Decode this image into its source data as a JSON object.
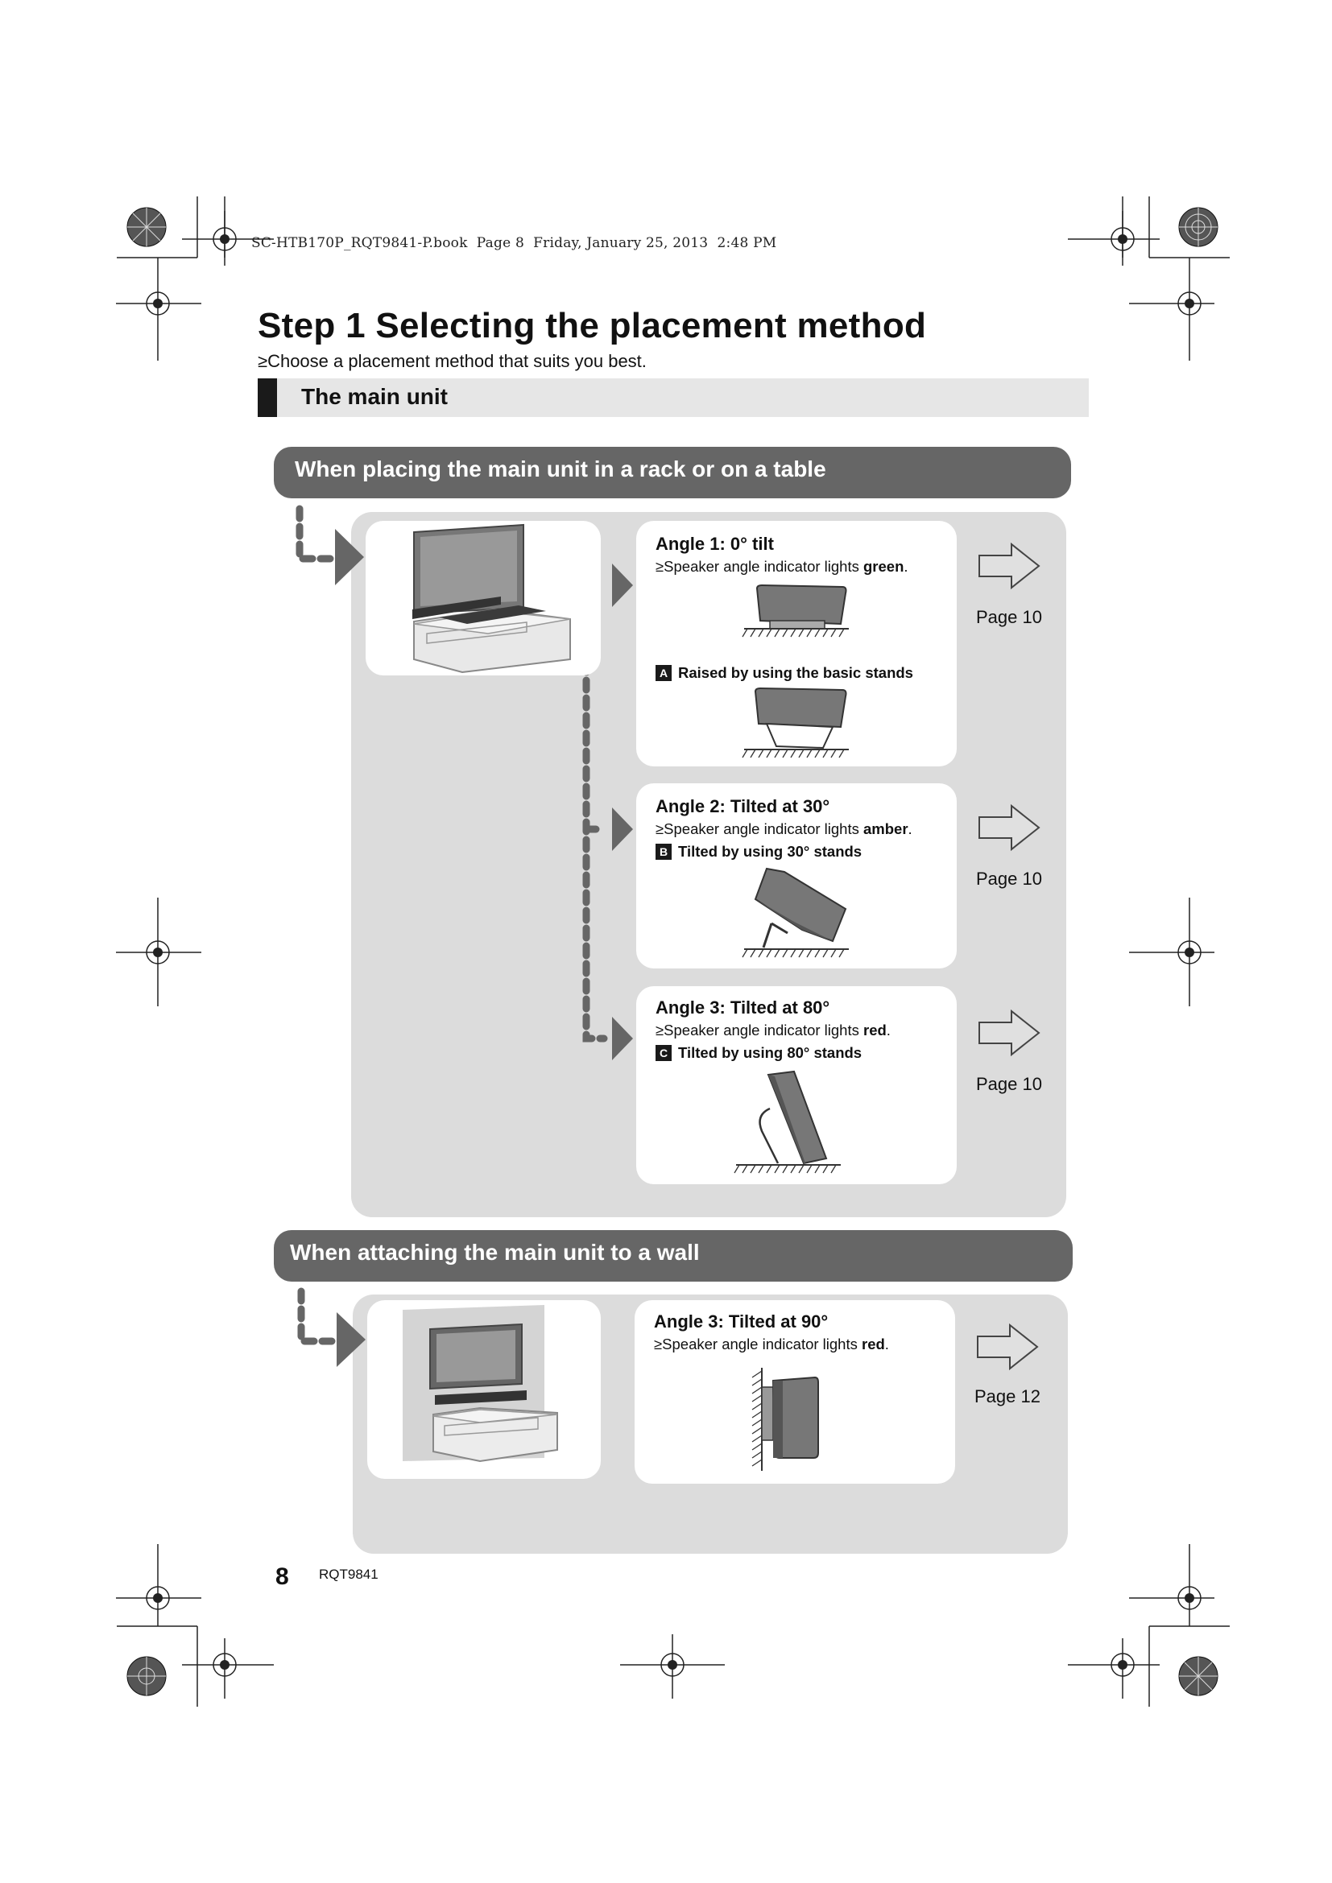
{
  "print_line": "SC-HTB170P_RQT9841-P.book  Page 8  Friday, January 25, 2013  2:48 PM",
  "title": "Step 1  Selecting the placement method",
  "intro": "≥Choose a placement method that suits you best.",
  "section_title": "The main unit",
  "rack": {
    "header": "When placing the main unit in a rack or on a table",
    "options": [
      {
        "title": "Angle 1: 0° tilt",
        "note_pre": "≥Speaker angle indicator lights ",
        "note_color": "green",
        "note_post": ".",
        "sub_letter": "A",
        "sub_text": "Raised by using the basic stands",
        "page": "Page 10"
      },
      {
        "title": "Angle 2: Tilted at 30°",
        "note_pre": "≥Speaker angle indicator lights ",
        "note_color": "amber",
        "note_post": ".",
        "sub_letter": "B",
        "sub_text": "Tilted by using 30° stands",
        "page": "Page 10"
      },
      {
        "title": "Angle 3: Tilted at 80°",
        "note_pre": "≥Speaker angle indicator lights ",
        "note_color": "red",
        "note_post": ".",
        "sub_letter": "C",
        "sub_text": "Tilted by using 80° stands",
        "page": "Page 10"
      }
    ]
  },
  "wall": {
    "header": "When attaching the main unit to a wall",
    "option": {
      "title": "Angle 3: Tilted at 90°",
      "note_pre": "≥Speaker angle indicator lights ",
      "note_color": "red",
      "note_post": ".",
      "page": "Page 12"
    }
  },
  "footer": {
    "page_number": "8",
    "doc_code": "RQT9841"
  }
}
